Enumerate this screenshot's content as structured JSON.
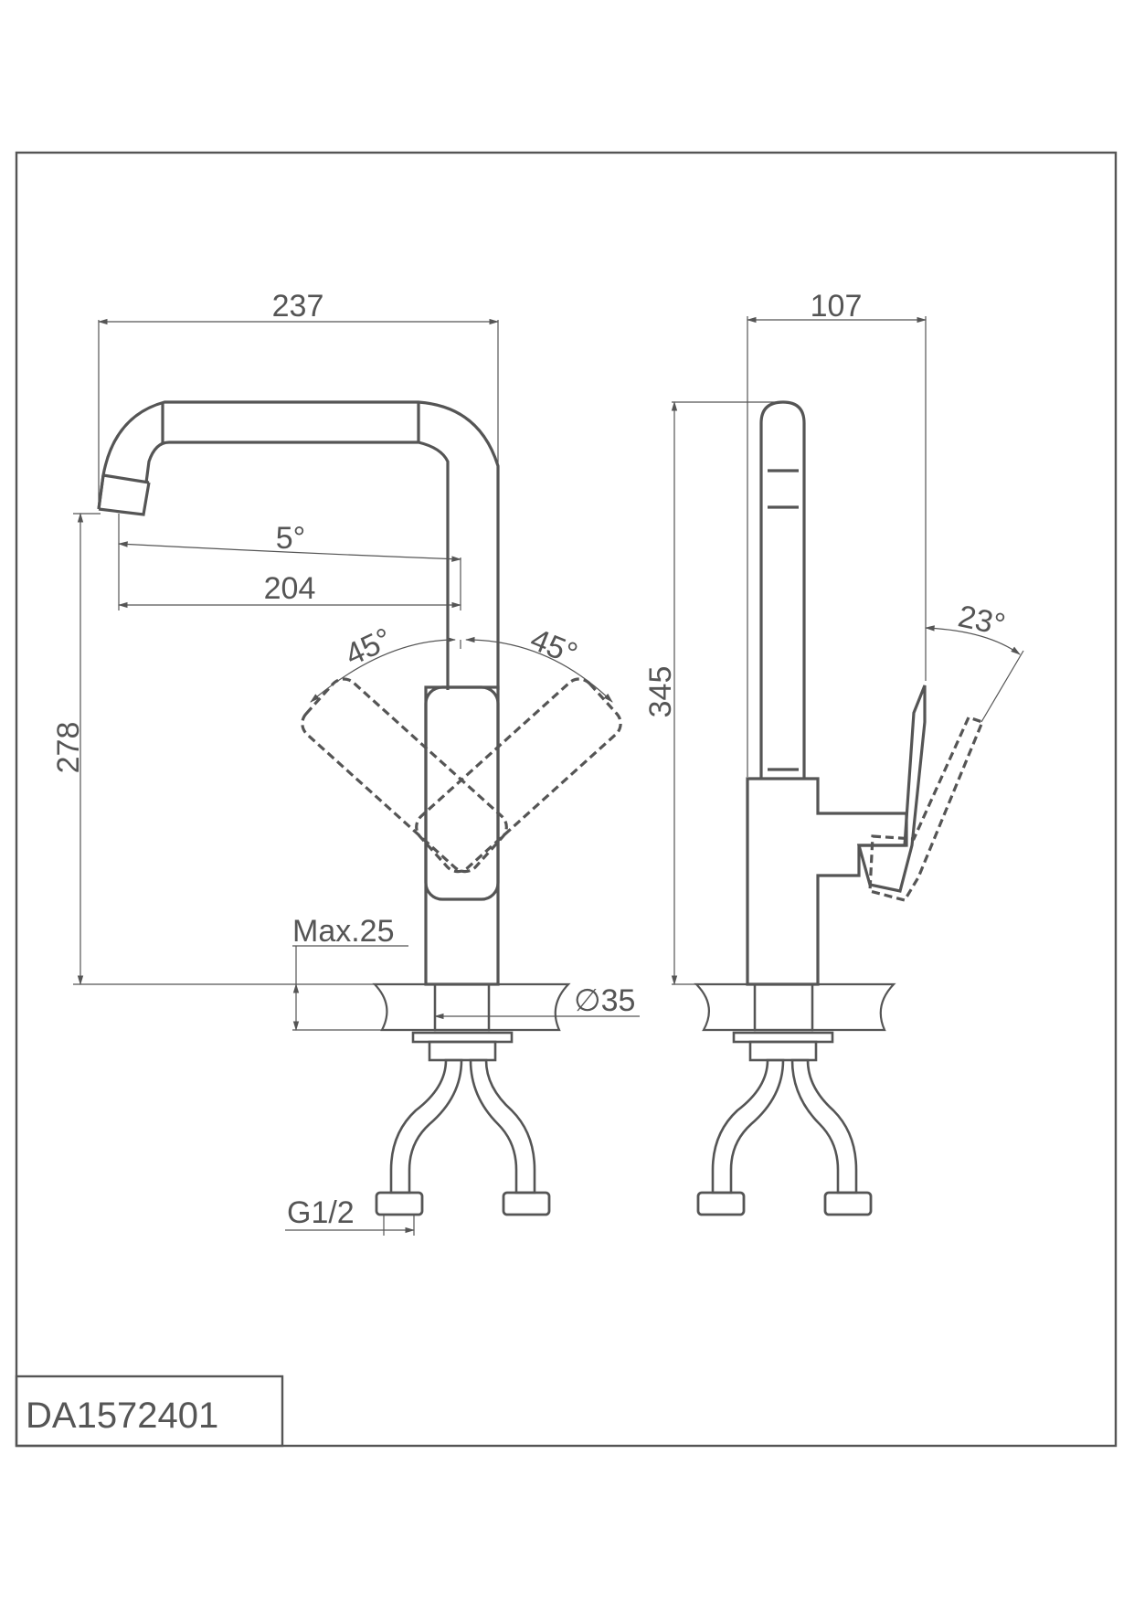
{
  "title_block": {
    "model": "DA1572401"
  },
  "front_view": {
    "dim_width_overall": "237",
    "dim_spout_reach": "204",
    "dim_spout_angle": "5°",
    "dim_handle_left_angle": "45°",
    "dim_handle_right_angle": "45°",
    "dim_spout_height": "278",
    "dim_max_deck": "Max.25",
    "dim_hole_diameter": "∅35",
    "dim_thread": "G1/2"
  },
  "side_view": {
    "dim_depth": "107",
    "dim_total_height": "345",
    "dim_handle_tilt": "23°"
  },
  "colors": {
    "line": "#555555",
    "background": "#ffffff"
  }
}
